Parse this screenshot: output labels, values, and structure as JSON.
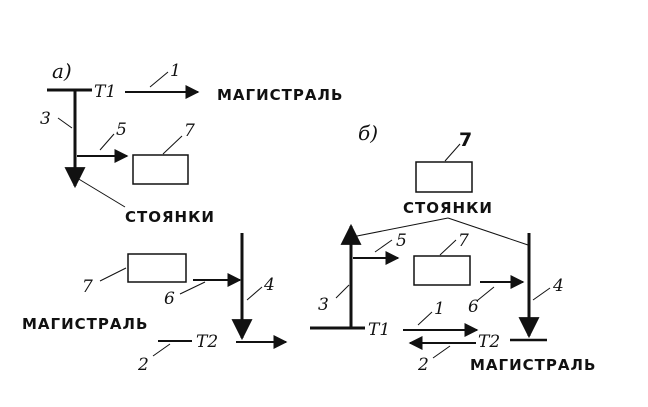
{
  "diagram_a": {
    "panel_label": "а)",
    "t1": "T1",
    "t2": "T2",
    "main_top": "МАГИСТРАЛЬ",
    "main_bottom": "МАГИСТРАЛЬ",
    "parking": "СТОЯНКИ",
    "n1": "1",
    "n2": "2",
    "n3": "3",
    "n4": "4",
    "n5": "5",
    "n6": "6",
    "n7a": "7",
    "n7b": "7"
  },
  "diagram_b": {
    "panel_label": "б)",
    "t1": "T1",
    "t2": "T2",
    "main": "МАГИСТРАЛЬ",
    "parking": "СТОЯНКИ",
    "n1": "1",
    "n2": "2",
    "n3": "3",
    "n4": "4",
    "n5": "5",
    "n6": "6",
    "n7a": "7",
    "n7b": "7"
  }
}
